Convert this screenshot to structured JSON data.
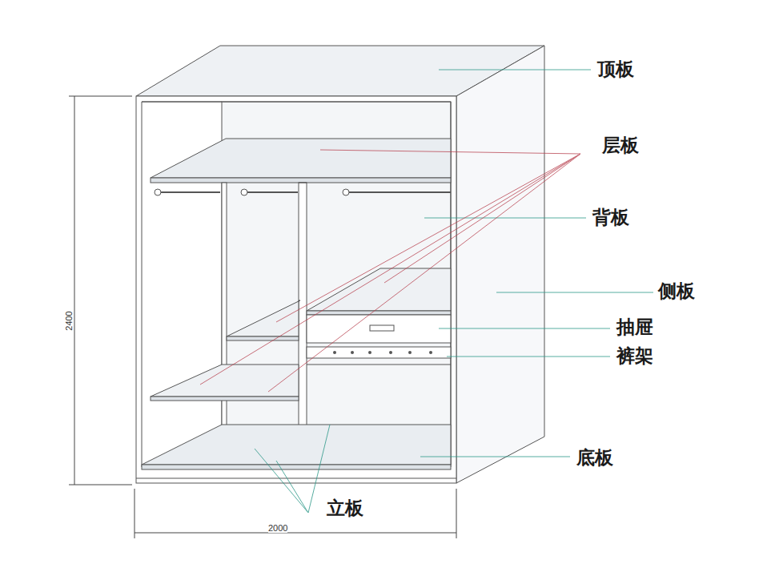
{
  "diagram": {
    "labels": [
      "顶板",
      "层板",
      "背板",
      "侧板",
      "抽屉",
      "裤架",
      "底板",
      "立板",
      "2400",
      "2000"
    ]
  }
}
